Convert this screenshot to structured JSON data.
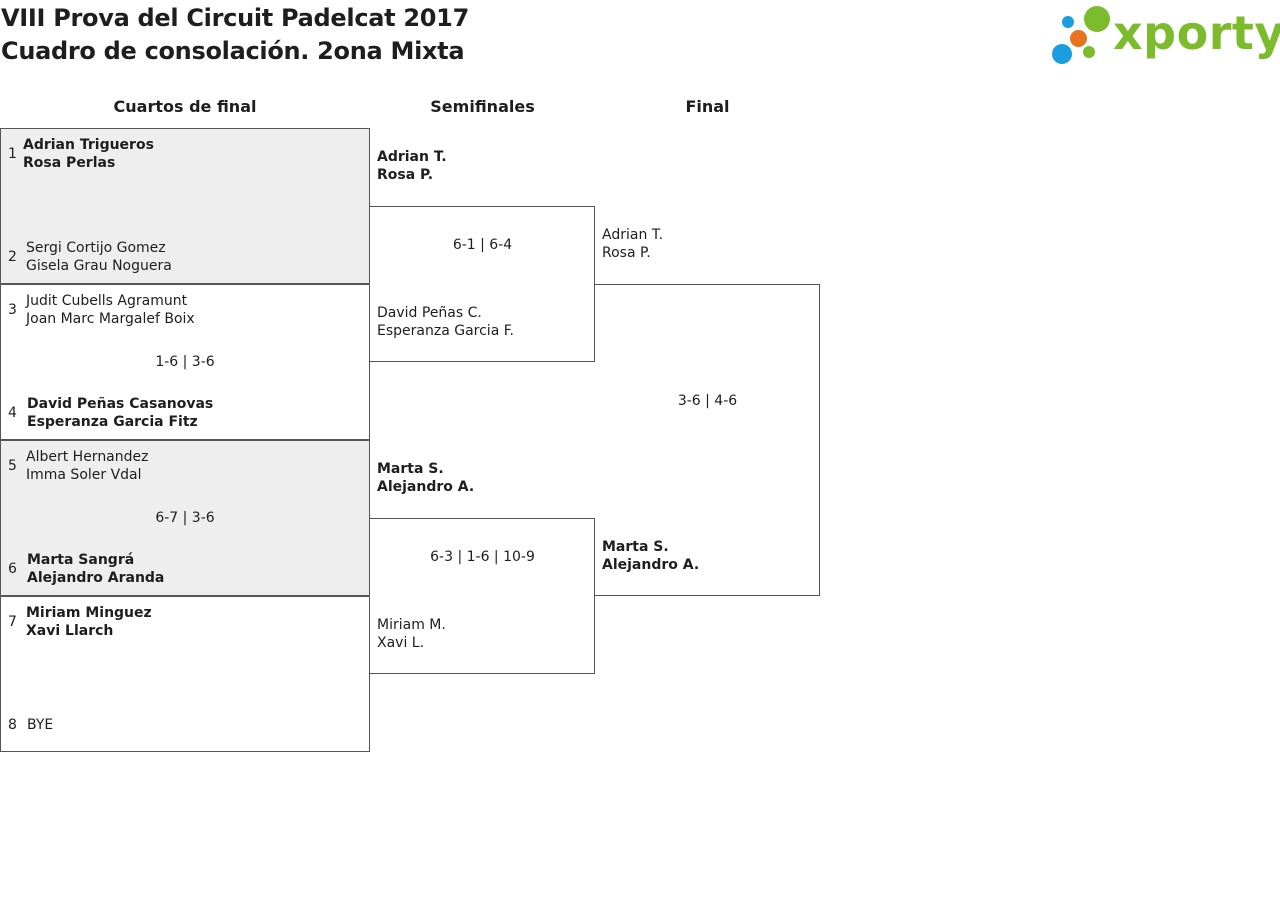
{
  "header": {
    "title_line1": "VIII Prova del Circuit Padelcat 2017",
    "title_line2": "Cuadro de consolación. 2ona Mixta",
    "logo_text": "xporty",
    "logo_colors": {
      "green": "#7cbc2c",
      "blue": "#1b9ee0",
      "orange": "#e8741e"
    }
  },
  "rounds": {
    "quarterfinals": "Cuartos de final",
    "semifinals": "Semifinales",
    "final": "Final"
  },
  "quarterfinals": [
    {
      "score": "",
      "top": {
        "seed": "1",
        "player1": "Adrian Trigueros",
        "player2": "Rosa Perlas",
        "winner": true
      },
      "bottom": {
        "seed": "2",
        "player1": "Sergi Cortijo Gomez",
        "player2": "Gisela Grau Noguera",
        "winner": false
      }
    },
    {
      "score": "1-6 | 3-6",
      "top": {
        "seed": "3",
        "player1": "Judit Cubells Agramunt",
        "player2": "Joan Marc Margalef Boix",
        "winner": false
      },
      "bottom": {
        "seed": "4",
        "player1": "David Peñas Casanovas",
        "player2": "Esperanza Garcia Fitz",
        "winner": true
      }
    },
    {
      "score": "6-7 | 3-6",
      "top": {
        "seed": "5",
        "player1": "Albert Hernandez",
        "player2": "Imma Soler Vdal",
        "winner": false
      },
      "bottom": {
        "seed": "6",
        "player1": "Marta Sangrá",
        "player2": "Alejandro Aranda",
        "winner": true
      }
    },
    {
      "score": "",
      "top": {
        "seed": "7",
        "player1": "Miriam Minguez",
        "player2": "Xavi Llarch",
        "winner": true
      },
      "bottom": {
        "seed": "8",
        "player1": "BYE",
        "player2": "",
        "winner": false
      }
    }
  ],
  "semifinals": [
    {
      "score": "6-1 | 6-4",
      "top": {
        "player1": "Adrian T.",
        "player2": "Rosa P.",
        "winner": true
      },
      "bottom": {
        "player1": "David Peñas C.",
        "player2": "Esperanza Garcia F.",
        "winner": false
      }
    },
    {
      "score": "6-3 | 1-6 | 10-9",
      "top": {
        "player1": "Marta S.",
        "player2": "Alejandro A.",
        "winner": true
      },
      "bottom": {
        "player1": "Miriam M.",
        "player2": "Xavi L.",
        "winner": false
      }
    }
  ],
  "final": {
    "score": "3-6 | 4-6",
    "top": {
      "player1": "Adrian T.",
      "player2": "Rosa P.",
      "winner": false
    },
    "bottom": {
      "player1": "Marta S.",
      "player2": "Alejandro A.",
      "winner": true
    }
  }
}
